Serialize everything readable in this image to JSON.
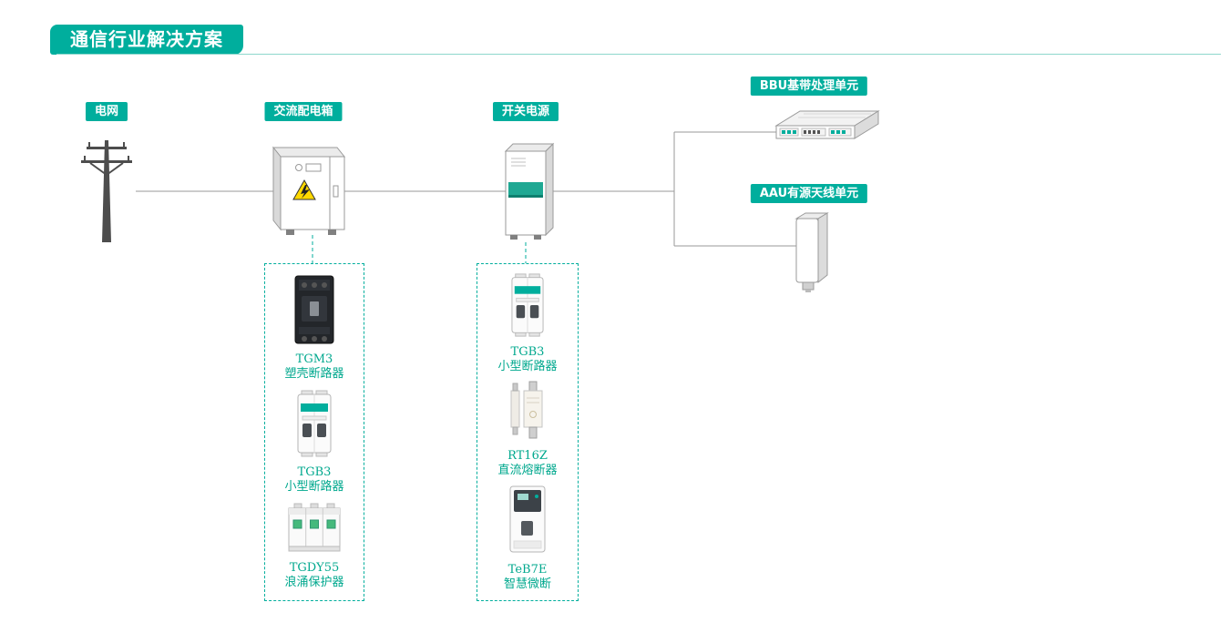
{
  "title": "通信行业解决方案",
  "colors": {
    "accent": "#00AE9D",
    "wire": "#9A9A9A",
    "caption": "#00A88E",
    "warning_yellow": "#FFD800"
  },
  "nodes": {
    "grid": {
      "label": "电网",
      "icon": "power-pole-illustration"
    },
    "distribution_box": {
      "label": "交流配电箱",
      "icon": "distribution-cabinet-illustration"
    },
    "switch_power": {
      "label": "开关电源",
      "icon": "power-cabinet-illustration"
    },
    "bbu": {
      "label": "BBU基带处理单元",
      "icon": "bbu-rack-illustration"
    },
    "aau": {
      "label": "AAU有源天线单元",
      "icon": "aau-antenna-illustration"
    }
  },
  "product_groups": [
    {
      "attached_to": "交流配电箱",
      "products": [
        {
          "model": "TGM3",
          "name": "塑壳断路器",
          "icon": "molded-case-breaker-image"
        },
        {
          "model": "TGB3",
          "name": "小型断路器",
          "icon": "miniature-breaker-image"
        },
        {
          "model": "TGDY55",
          "name": "浪涌保护器",
          "icon": "surge-protector-image"
        }
      ]
    },
    {
      "attached_to": "开关电源",
      "products": [
        {
          "model": "TGB3",
          "name": "小型断路器",
          "icon": "miniature-breaker-image"
        },
        {
          "model": "RT16Z",
          "name": "直流熔断器",
          "icon": "dc-fuse-image"
        },
        {
          "model": "TeB7E",
          "name": "智慧微断",
          "icon": "smart-breaker-image"
        }
      ]
    }
  ]
}
